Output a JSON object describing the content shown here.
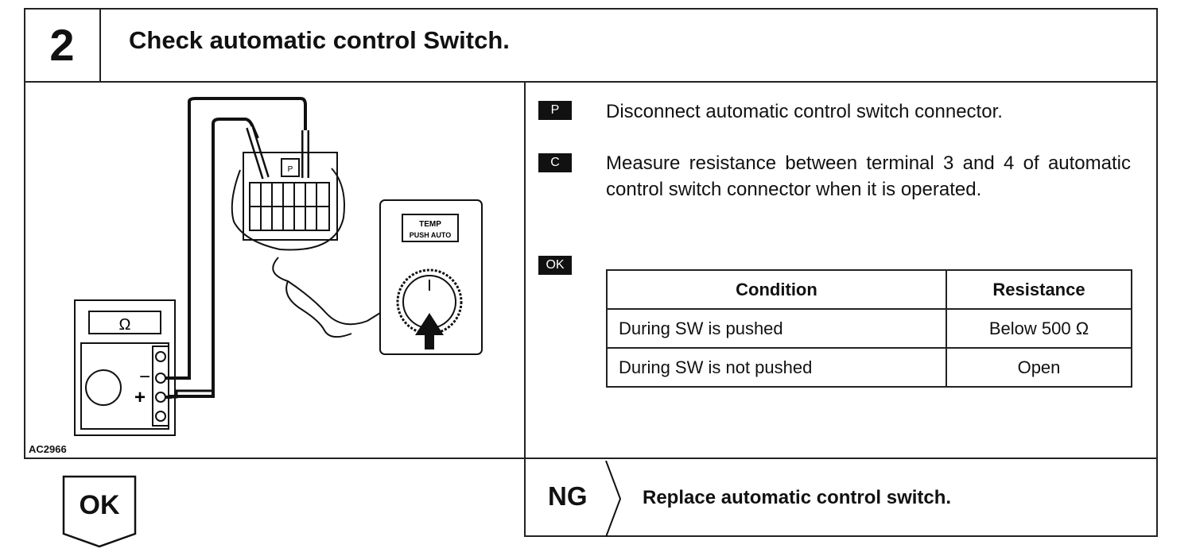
{
  "step": {
    "number": "2",
    "title": "Check automatic control Switch."
  },
  "figure": {
    "id": "AC2966",
    "meter_symbol": "Ω",
    "minus_sign": "−",
    "plus_sign": "+",
    "switch_label_top": "TEMP",
    "switch_label_bottom": "PUSH AUTO",
    "connector_mark": "P"
  },
  "procedure": {
    "prepare_tag": "P",
    "prepare_text": "Disconnect automatic control switch connector.",
    "check_tag": "C",
    "check_text": "Measure resistance between terminal 3 and 4 of automatic control switch connector when it is operated.",
    "ok_tag": "OK"
  },
  "table": {
    "headers": [
      "Condition",
      "Resistance"
    ],
    "rows": [
      [
        "During SW is pushed",
        "Below 500  Ω"
      ],
      [
        "During SW is not pushed",
        "Open"
      ]
    ]
  },
  "result_ok": "OK",
  "result_ng": {
    "label": "NG",
    "action": "Replace automatic control switch."
  }
}
